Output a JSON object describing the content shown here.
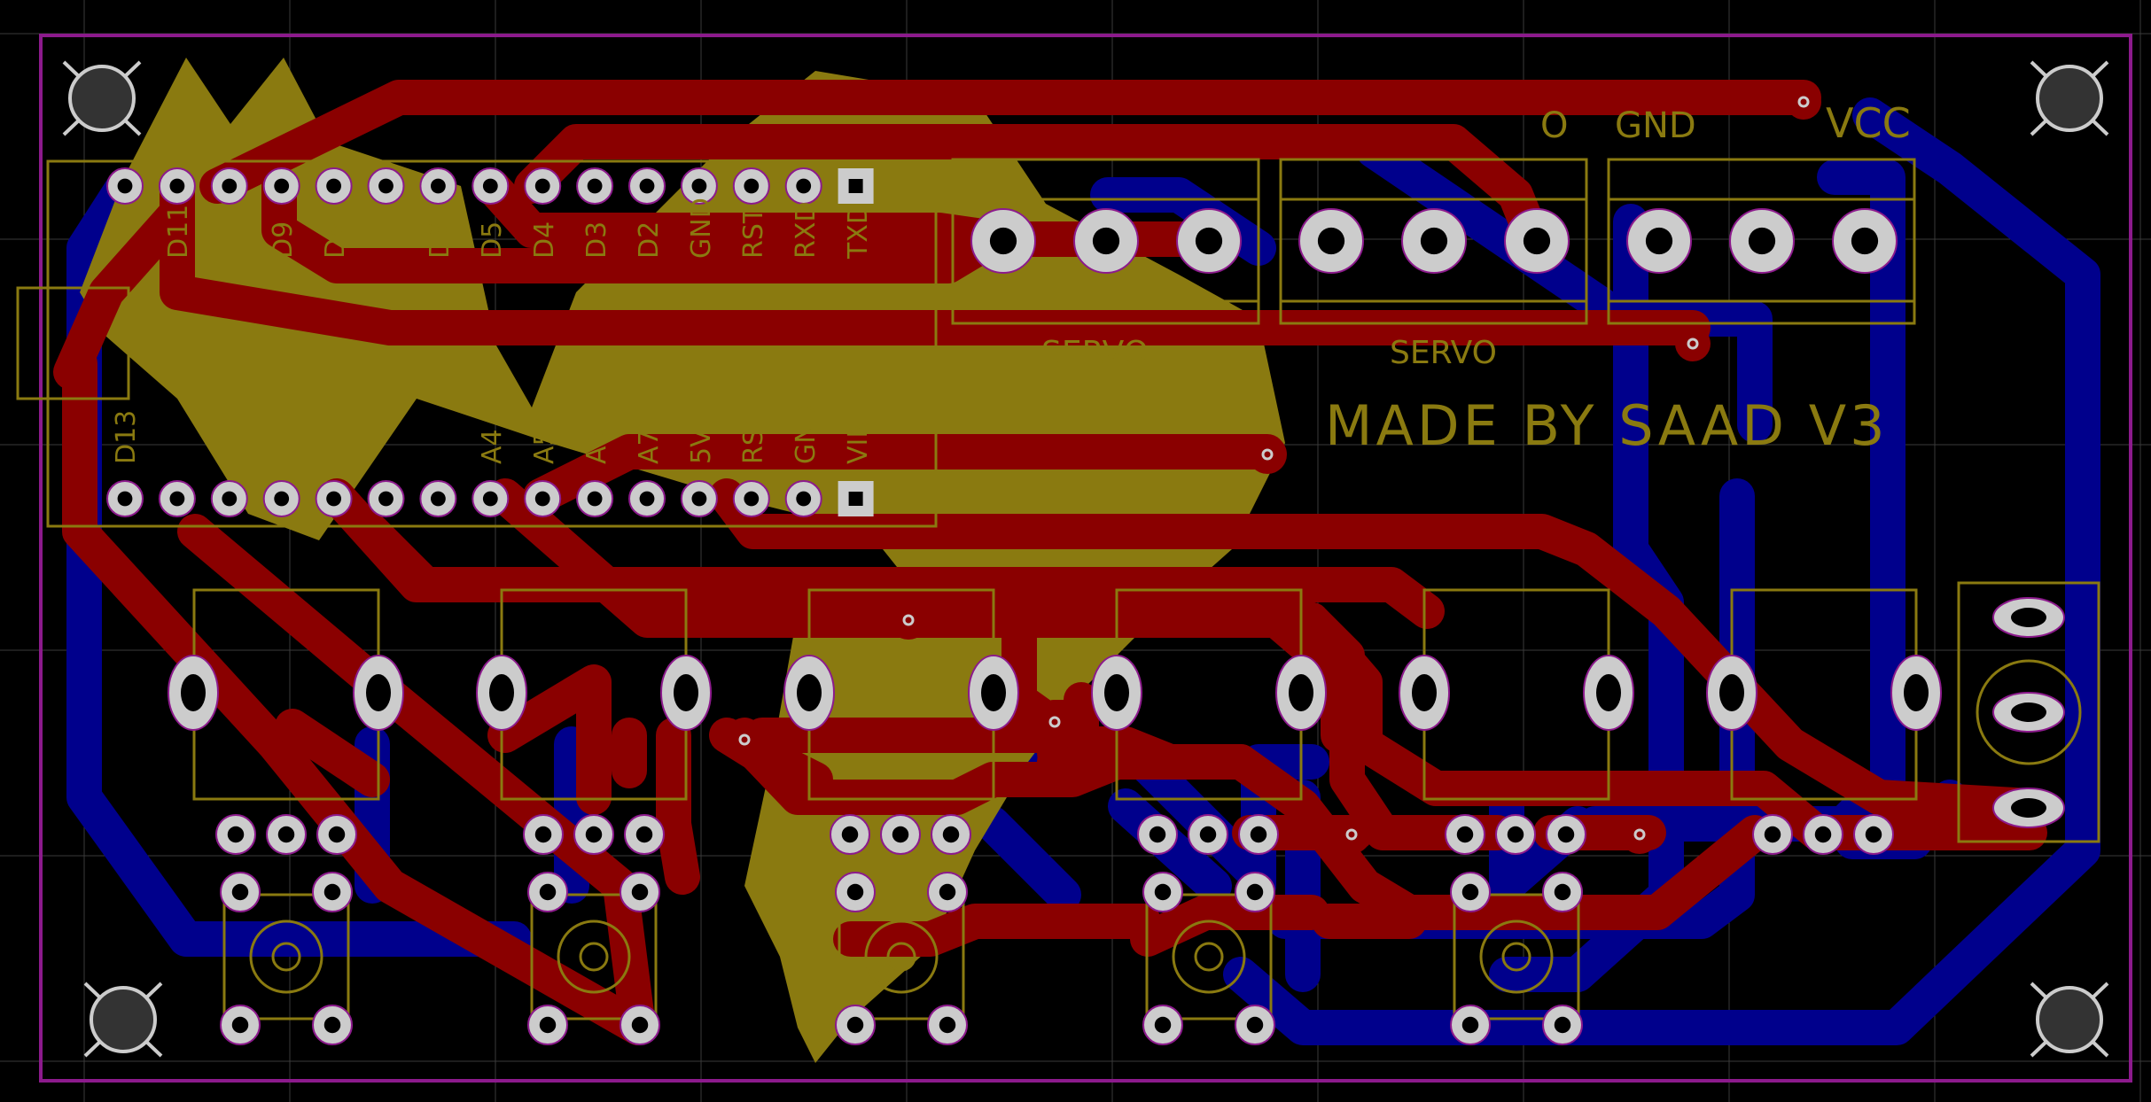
{
  "board": {
    "background": "#000000",
    "outline_color": "#8c1a8c",
    "grid_color": "#3a3a3a",
    "colors": {
      "top_copper": "#8a0000",
      "bottom_copper": "#00008c",
      "silkscreen": "#8a7a10",
      "pad": "#cccccc",
      "drill": "#000000",
      "mount_hole": "#333333"
    }
  },
  "labels": {
    "title": "MADE BY SAAD V3",
    "servo_1": "SERVO",
    "servo_2": "SERVO",
    "gnd": "GND",
    "vcc": "VCC",
    "o_mark": "O"
  },
  "header_top_labels": [
    "D11",
    "D9",
    "D8",
    "D6",
    "D5",
    "D4",
    "D3",
    "D2",
    "GND",
    "RST",
    "RXD",
    "TXD"
  ],
  "header_bottom_labels": [
    "D13",
    "A4",
    "A5",
    "A6",
    "A7",
    "5V",
    "RST",
    "GND",
    "VIN"
  ],
  "icons": {
    "mount_hole": "mount-hole-icon",
    "pad": "round-pad-icon",
    "square_pad": "square-pad-icon",
    "oval_pad": "oval-pad-icon",
    "via": "via-icon",
    "button": "tactile-button-icon"
  }
}
